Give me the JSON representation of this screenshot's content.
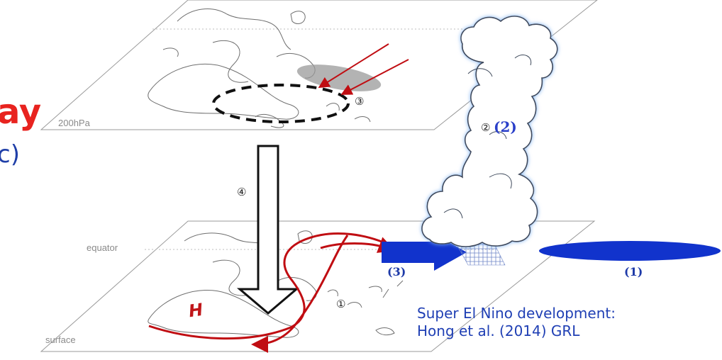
{
  "labels": {
    "level_upper": "200hPa",
    "level_equator": "equator",
    "level_surface": "surface",
    "partial_red": "ay",
    "partial_blue": "c)",
    "marker_1": "①",
    "marker_2": "②",
    "marker_3": "③",
    "marker_4": "④",
    "step_1": "(1)",
    "step_2": "(2)",
    "step_3": "(3)",
    "high": "H"
  },
  "caption": {
    "line1": "Super El Nino development:",
    "line2": "Hong et al. (2014) GRL"
  },
  "colors": {
    "red_flow": "#c00d12",
    "blue_flow": "#1133cc",
    "cloud_glow": "#7fb2f0",
    "plane_line": "#9a9a9a"
  }
}
